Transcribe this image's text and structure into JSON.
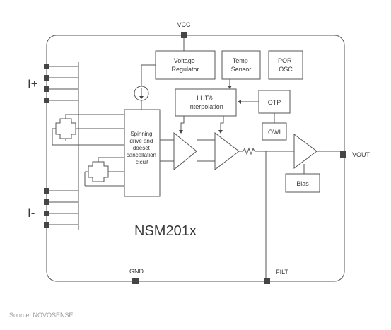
{
  "pins": {
    "vcc": "VCC",
    "gnd": "GND",
    "filt": "FILT",
    "vout": "VOUT",
    "in_pos": "I+",
    "in_neg": "I-"
  },
  "blocks": {
    "voltage_regulator": [
      "Voltage",
      "Regulator"
    ],
    "temp_sensor": [
      "Temp",
      "Sensor"
    ],
    "por_osc": [
      "POR",
      "OSC"
    ],
    "lut": [
      "LUT&",
      "Interpolation"
    ],
    "otp": "OTP",
    "owi": "OWI",
    "spinning": [
      "Spinning",
      "drive and",
      "doeset",
      "cancellation",
      "cicuit"
    ],
    "bias": "Bias"
  },
  "chip_name": "NSM201x",
  "source": "Source: NOVOSENSE"
}
